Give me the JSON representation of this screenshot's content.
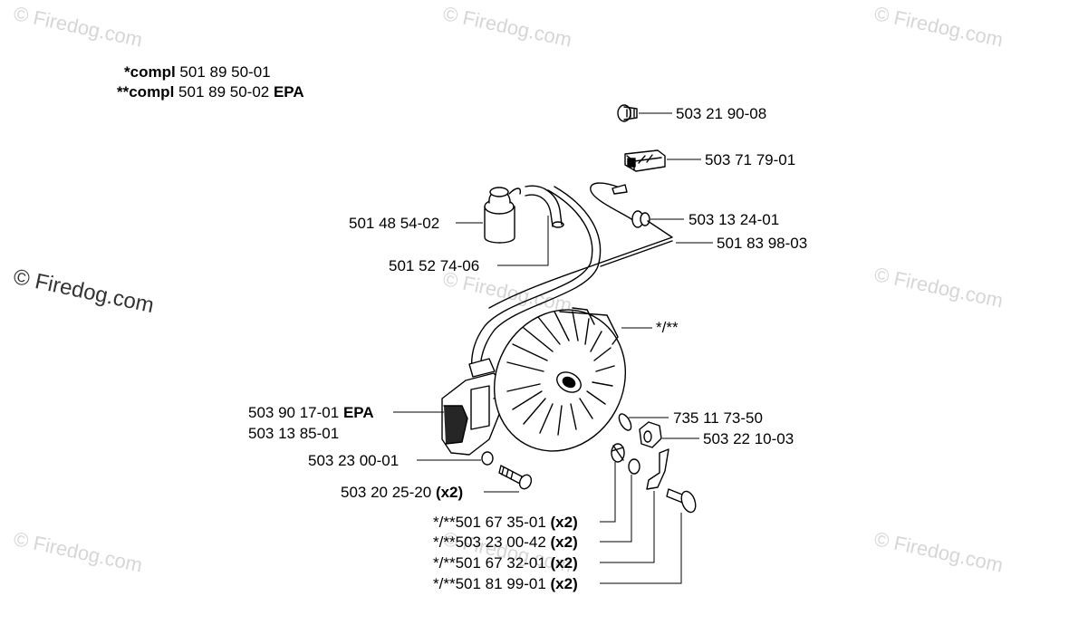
{
  "watermarks": {
    "text": "© Firedog.com"
  },
  "compl_notes": {
    "line1_prefix": "*compl",
    "line1_number": "501 89 50-01",
    "line2_prefix": "**compl",
    "line2_number": "501 89 50-02",
    "line2_suffix": "EPA"
  },
  "parts": {
    "screw_top": "503 21 90-08",
    "connector": "503 71 79-01",
    "grommet": "503 13 24-01",
    "stop_wire": "501 83 98-03",
    "plug_cap": "501 48 54-02",
    "hose": "501 52 74-06",
    "flywheel": "*/**",
    "ignition_epa_num": "503 90 17-01",
    "ignition_epa_tag": "EPA",
    "ignition": "503 13 85-01",
    "washer_735": "735 11 73-50",
    "nut": "503 22 10-03",
    "washer_503": "503 23 00-01",
    "bolt_num": "503 20 25-20",
    "bolt_qty": "(x2)",
    "spring_num": "*/**501 67 35-01",
    "spring_qty": "(x2)",
    "washer2_num": "*/**503 23 00-42",
    "washer2_qty": "(x2)",
    "pawl_num": "*/**501 67 32-01",
    "pawl_qty": "(x2)",
    "pin_num": "*/**501 81 99-01",
    "pin_qty": "(x2)"
  }
}
